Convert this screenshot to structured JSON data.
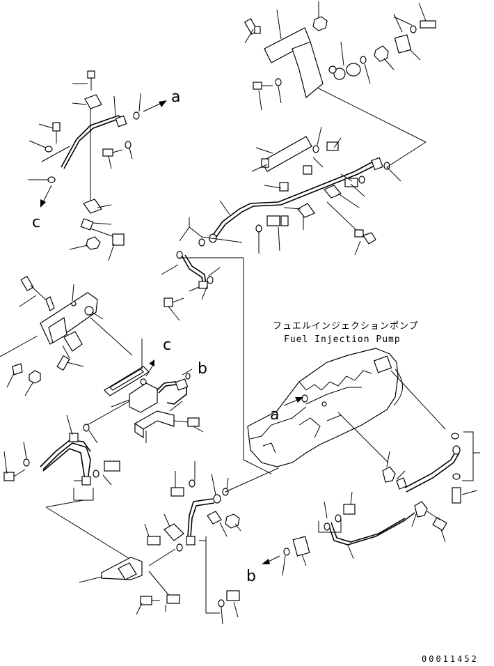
{
  "pump_label": {
    "japanese": "フュエルインジェクションポンプ",
    "english": "Fuel Injection Pump"
  },
  "connectors": {
    "a": "a",
    "b": "b",
    "c": "c"
  },
  "drawing_number": "00011452"
}
